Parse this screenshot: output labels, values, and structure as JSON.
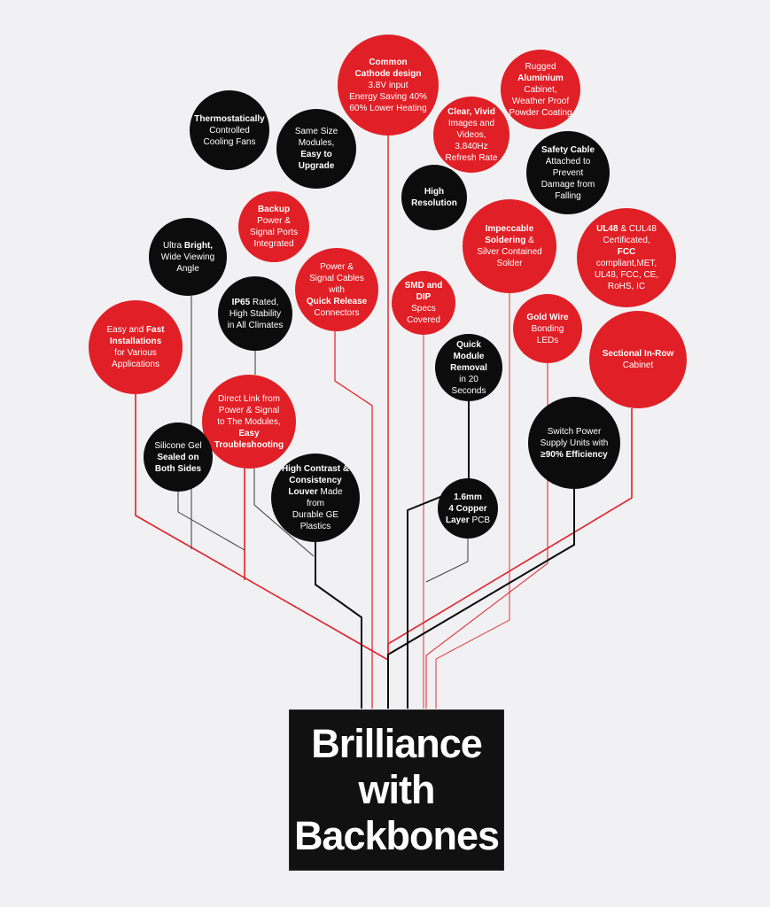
{
  "title_lines": [
    "Brilliance",
    "with",
    "Backbones"
  ],
  "colors": {
    "red": "#e11f26",
    "black": "#0c0c0c",
    "background": "#f1f0f2"
  },
  "bubbles": [
    {
      "id": "common-cathode",
      "color": "red",
      "lines": [
        [
          {
            "t": "Common",
            "b": true
          }
        ],
        [
          {
            "t": "Cathode design",
            "b": true
          }
        ],
        [
          {
            "t": "3.8V input"
          }
        ],
        [
          {
            "t": "Energy Saving 40%"
          }
        ],
        [
          {
            "t": "60% Lower Heating"
          }
        ]
      ]
    },
    {
      "id": "rugged-aluminium",
      "color": "red",
      "lines": [
        [
          {
            "t": "Rugged"
          }
        ],
        [
          {
            "t": "Aluminium",
            "b": true
          },
          {
            "t": " Cabinet,"
          }
        ],
        [
          {
            "t": "Weather Proof"
          }
        ],
        [
          {
            "t": "Powder Coating"
          }
        ]
      ]
    },
    {
      "id": "thermostatic-fans",
      "color": "black",
      "lines": [
        [
          {
            "t": "Thermostatically",
            "b": true
          }
        ],
        [
          {
            "t": "Controlled"
          }
        ],
        [
          {
            "t": "Cooling Fans"
          }
        ]
      ]
    },
    {
      "id": "same-size-modules",
      "color": "black",
      "lines": [
        [
          {
            "t": "Same Size Modules,"
          }
        ],
        [
          {
            "t": "Easy to Upgrade",
            "b": true
          }
        ]
      ]
    },
    {
      "id": "clear-vivid",
      "color": "red",
      "lines": [
        [
          {
            "t": "Clear, Vivid",
            "b": true
          }
        ],
        [
          {
            "t": "Images and Videos,"
          }
        ],
        [
          {
            "t": "3,840Hz Refresh Rate"
          }
        ]
      ]
    },
    {
      "id": "safety-cable",
      "color": "black",
      "lines": [
        [
          {
            "t": "Safety Cable",
            "b": true
          }
        ],
        [
          {
            "t": "Attached to Prevent"
          }
        ],
        [
          {
            "t": "Damage from Falling"
          }
        ]
      ]
    },
    {
      "id": "high-resolution",
      "color": "black",
      "lines": [
        [
          {
            "t": "High Resolution",
            "b": true
          }
        ]
      ]
    },
    {
      "id": "backup-power",
      "color": "red",
      "lines": [
        [
          {
            "t": "Backup",
            "b": true
          },
          {
            "t": " Power &"
          }
        ],
        [
          {
            "t": "Signal Ports"
          }
        ],
        [
          {
            "t": "Integrated"
          }
        ]
      ]
    },
    {
      "id": "impeccable-soldering",
      "color": "red",
      "lines": [
        [
          {
            "t": "Impeccable",
            "b": true
          }
        ],
        [
          {
            "t": "Soldering",
            "b": true
          },
          {
            "t": " &"
          }
        ],
        [
          {
            "t": "Silver Contained"
          }
        ],
        [
          {
            "t": "Solder"
          }
        ]
      ]
    },
    {
      "id": "ul48-certified",
      "color": "red",
      "lines": [
        [
          {
            "t": "UL48",
            "b": true
          },
          {
            "t": " & CUL48"
          }
        ],
        [
          {
            "t": "Certificated,"
          }
        ],
        [
          {
            "t": "FCC",
            "b": true
          }
        ],
        [
          {
            "t": "compliant,MET,"
          }
        ],
        [
          {
            "t": "UL48, FCC, CE,"
          }
        ],
        [
          {
            "t": "RoHS, IC"
          }
        ]
      ]
    },
    {
      "id": "ultra-bright",
      "color": "black",
      "lines": [
        [
          {
            "t": "Ultra "
          },
          {
            "t": "Bright,",
            "b": true
          }
        ],
        [
          {
            "t": "Wide Viewing Angle"
          }
        ]
      ]
    },
    {
      "id": "quick-release",
      "color": "red",
      "lines": [
        [
          {
            "t": "Power &"
          }
        ],
        [
          {
            "t": "Signal Cables with"
          }
        ],
        [
          {
            "t": "Quick Release",
            "b": true
          }
        ],
        [
          {
            "t": "Connectors"
          }
        ]
      ]
    },
    {
      "id": "smd-dip",
      "color": "red",
      "lines": [
        [
          {
            "t": "SMD and DIP",
            "b": true
          }
        ],
        [
          {
            "t": "Specs Covered"
          }
        ]
      ]
    },
    {
      "id": "ip65",
      "color": "black",
      "lines": [
        [
          {
            "t": "IP65",
            "b": true
          },
          {
            "t": " Rated,"
          }
        ],
        [
          {
            "t": "High Stability"
          }
        ],
        [
          {
            "t": "in All Climates"
          }
        ]
      ]
    },
    {
      "id": "gold-wire",
      "color": "red",
      "lines": [
        [
          {
            "t": "Gold Wire",
            "b": true
          }
        ],
        [
          {
            "t": "Bonding LEDs"
          }
        ]
      ]
    },
    {
      "id": "easy-installations",
      "color": "red",
      "lines": [
        [
          {
            "t": "Easy and "
          },
          {
            "t": "Fast",
            "b": true
          }
        ],
        [
          {
            "t": "Installations",
            "b": true
          }
        ],
        [
          {
            "t": "for Various"
          }
        ],
        [
          {
            "t": "Applications"
          }
        ]
      ]
    },
    {
      "id": "quick-module-removal",
      "color": "black",
      "lines": [
        [
          {
            "t": "Quick Module",
            "b": true
          }
        ],
        [
          {
            "t": "Removal",
            "b": true
          }
        ],
        [
          {
            "t": "in 20 Seconds"
          }
        ]
      ]
    },
    {
      "id": "sectional-cabinet",
      "color": "red",
      "lines": [
        [
          {
            "t": "Sectional In-Row",
            "b": true
          }
        ],
        [
          {
            "t": "Cabinet"
          }
        ]
      ]
    },
    {
      "id": "direct-link",
      "color": "red",
      "lines": [
        [
          {
            "t": "Direct Link from"
          }
        ],
        [
          {
            "t": "Power & Signal"
          }
        ],
        [
          {
            "t": "to The Modules,"
          }
        ],
        [
          {
            "t": "Easy",
            "b": true
          }
        ],
        [
          {
            "t": "Troubleshooting",
            "b": true
          }
        ]
      ]
    },
    {
      "id": "switch-power",
      "color": "black",
      "lines": [
        [
          {
            "t": "Switch Power"
          }
        ],
        [
          {
            "t": "Supply Units with"
          }
        ],
        [
          {
            "t": "≥90% Efficiency",
            "b": true
          }
        ]
      ]
    },
    {
      "id": "silicone-gel",
      "color": "black",
      "lines": [
        [
          {
            "t": "Silicone Gel"
          }
        ],
        [
          {
            "t": "Sealed on",
            "b": true
          }
        ],
        [
          {
            "t": "Both Sides",
            "b": true
          }
        ]
      ]
    },
    {
      "id": "high-contrast",
      "color": "black",
      "lines": [
        [
          {
            "t": "High Contrast &",
            "b": true
          }
        ],
        [
          {
            "t": "Consistency",
            "b": true
          }
        ],
        [
          {
            "t": "Louver",
            "b": true
          },
          {
            "t": " Made"
          }
        ],
        [
          {
            "t": "from"
          }
        ],
        [
          {
            "t": "Durable GE"
          }
        ],
        [
          {
            "t": "Plastics"
          }
        ]
      ]
    },
    {
      "id": "copper-layer",
      "color": "black",
      "lines": [
        [
          {
            "t": "1.6mm",
            "b": true
          }
        ],
        [
          {
            "t": "4 Copper",
            "b": true
          }
        ],
        [
          {
            "t": "Layer",
            "b": true
          },
          {
            "t": " PCB"
          }
        ]
      ]
    }
  ]
}
